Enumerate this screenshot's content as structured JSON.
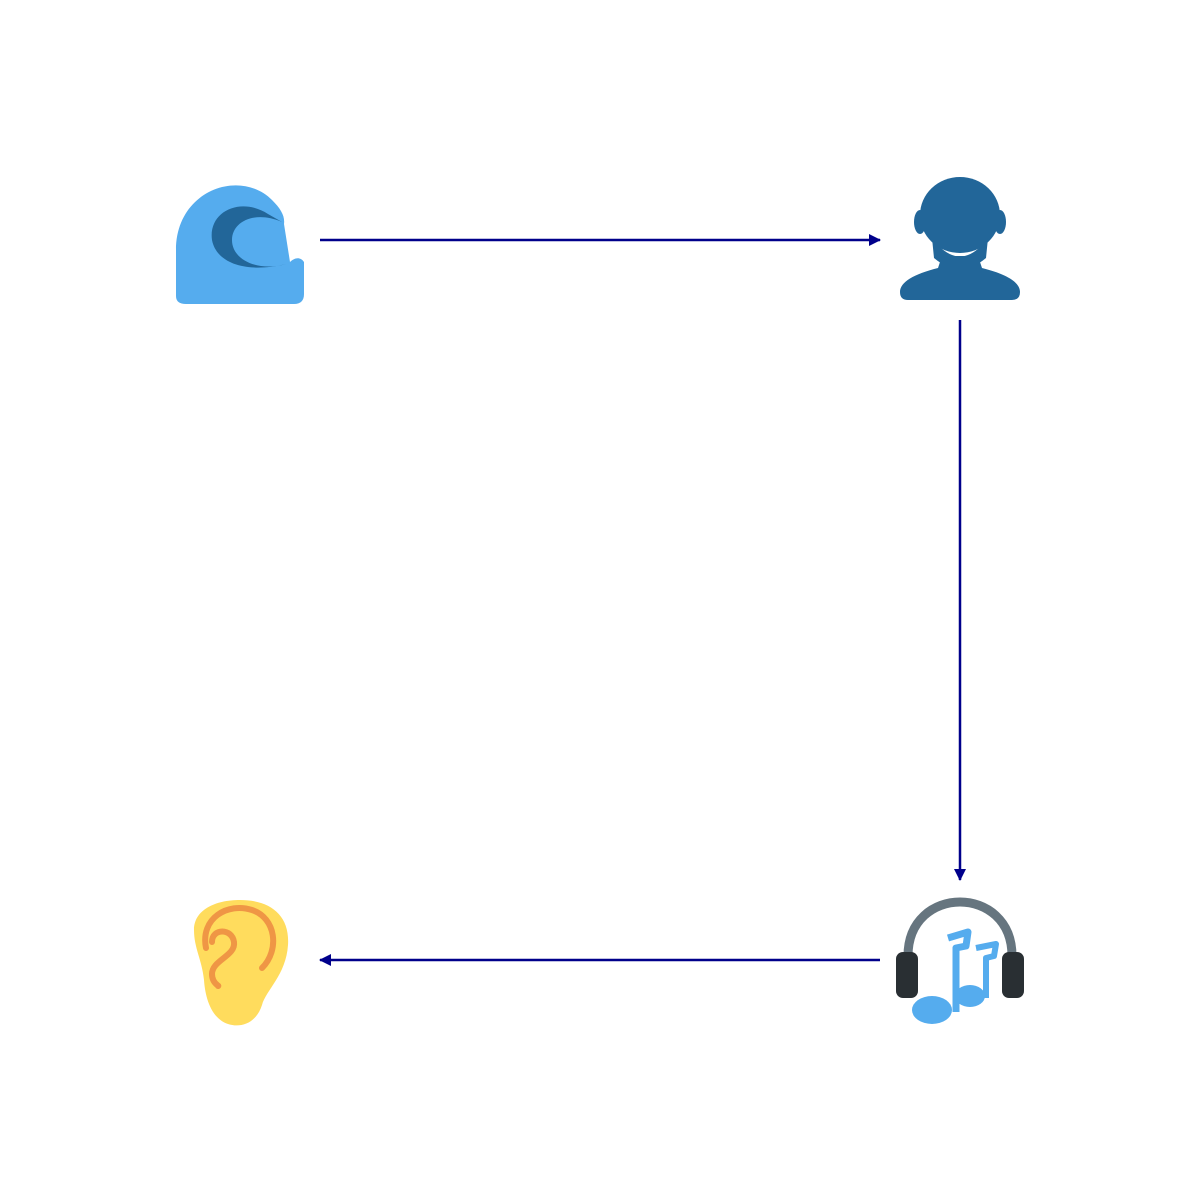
{
  "diagram": {
    "nodes": [
      {
        "id": "wave",
        "icon": "water-wave-icon"
      },
      {
        "id": "person",
        "icon": "person-silhouette-icon"
      },
      {
        "id": "headphones",
        "icon": "headphones-music-icon"
      },
      {
        "id": "ear",
        "icon": "ear-icon"
      }
    ],
    "edges": [
      {
        "from": "wave",
        "to": "person"
      },
      {
        "from": "person",
        "to": "headphones"
      },
      {
        "from": "headphones",
        "to": "ear"
      }
    ],
    "colors": {
      "arrow": "#00008b",
      "wave_light": "#55acee",
      "wave_dark": "#226699",
      "person": "#226699",
      "headphone_band": "#66757f",
      "headphone_cup": "#292f33",
      "music_note": "#55acee",
      "ear_skin": "#ffdc5d",
      "ear_line": "#ef9645"
    }
  }
}
